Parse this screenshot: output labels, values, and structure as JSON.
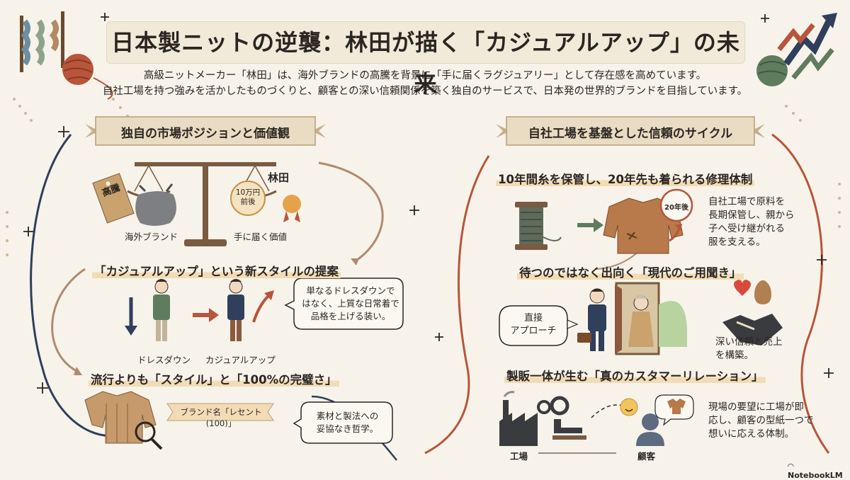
{
  "title": "日本製ニットの逆襲：林田が描く「カジュアルアップ」の未来",
  "intro": [
    "高級ニットメーカー「林田」は、海外ブランドの高騰を背景に「手に届くラグジュアリー」として存在感を高めています。",
    "自社工場を持つ強みを活かしたものづくりと、顧客との深い信頼関係を築く独自のサービスで、日本発の世界的ブランドを目指しています。"
  ],
  "left": {
    "ribbon": "独自の市場ポジションと価値観",
    "scale": {
      "tag_text": "高騰",
      "left_label": "海外ブランド",
      "right_title": "林田",
      "price_tag": "10万円\n前後",
      "right_label": "手に届く価値"
    },
    "casual": {
      "heading": "「カジュアルアップ」という新スタイルの提案",
      "from_label": "ドレスダウン",
      "to_label": "カジュアルアップ",
      "bubble": "単なるドレスダウンで\nはなく、上質な日常着で\n品格を上げる装い。"
    },
    "style": {
      "heading": "流行よりも「スタイル」と「100%の完璧さ」",
      "brand_label": "ブランド名「レセント(100)」",
      "bubble": "素材と製法への\n妥協なき哲学。"
    }
  },
  "right": {
    "ribbon": "自社工場を基盤とした信頼のサイクル",
    "repair": {
      "heading": "10年間糸を保管し、20年先も着られる修理体制",
      "clock_label": "20年後",
      "text": "自社工場で原料を\n長期保管し、親から\n子へ受け継がれる\n服を支える。"
    },
    "visit": {
      "heading": "待つのではなく出向く「現代のご用聞き」",
      "bubble": "直接\nアプローチ",
      "text": "深い信頼と売上\nを構築。"
    },
    "relation": {
      "heading": "製販一体が生む「真のカスタマーリレーション」",
      "factory_label": "工場",
      "customer_label": "顧客",
      "text": "現場の要望に工場が即\n応し、顧客の型紙一つで\n想いに応える体制。"
    }
  },
  "footer": {
    "logo": "NotebookLM"
  },
  "colors": {
    "background": "#f7f3ea",
    "ribbon": "#e9dcc3",
    "accent_brown": "#8b5a3c",
    "accent_orange": "#d9673a",
    "navy": "#2f3f5c"
  }
}
